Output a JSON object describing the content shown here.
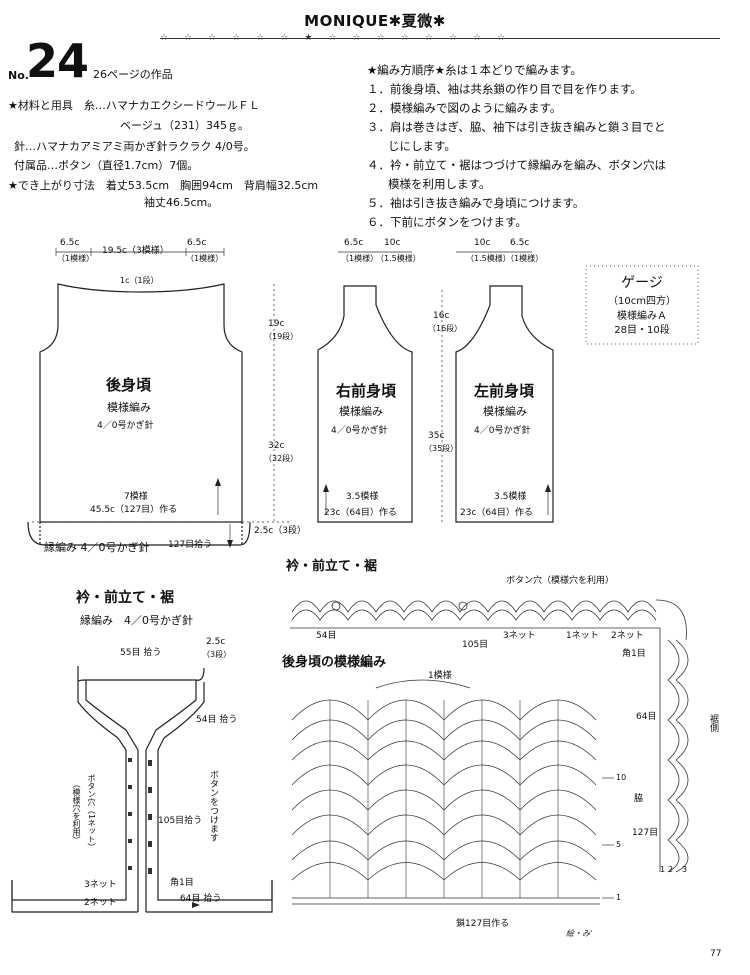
{
  "header": {
    "title": "MONIQUE✱夏微✱",
    "no_label": "No.",
    "number": "24",
    "page_ref": "26ページの作品",
    "page_number": "77"
  },
  "materials": {
    "lines": [
      "★材料と用具　糸…ハマナカエクシードウールＦＬ",
      "ベージュ（231）345ｇ。",
      "針…ハマナカアミアミ両かぎ針ラクラク 4/0号。",
      "付属品…ボタン（直径1.7cm）7個。",
      "★でき上がり寸法　着丈53.5cm　胸囲94cm　背肩幅32.5cm",
      "袖丈46.5cm。"
    ]
  },
  "steps": {
    "title": "★編み方順序★糸は１本どりで編みます。",
    "items": [
      "１．前後身頃、袖は共糸鎖の作り目で目を作ります。",
      "２．模様編みで図のように編みます。",
      "３．肩は巻きはぎ、脇、袖下は引き抜き編みと鎖３目でと",
      "じにします。",
      "４．衿・前立て・裾はつづけて縁編みを編み、ボタン穴は",
      "模様を利用します。",
      "５．袖は引き抜き編みで身頃につけます。",
      "６．下前にボタンをつけます。"
    ]
  },
  "gauge": {
    "title": "ゲージ",
    "size": "（10cm四方）",
    "pattern": "模様編みＡ",
    "count": "28目・10段"
  },
  "back": {
    "top_dims": [
      "6.5c",
      "19.5c（3模様）",
      "6.5c"
    ],
    "top_rows": [
      "（1模様）",
      "（1模様）"
    ],
    "neck": "1c（1段）",
    "height1": "19c",
    "height1_rows": "（19段）",
    "height2": "32c",
    "height2_rows": "（32段）",
    "name": "後身頃",
    "stitch": "模様編み",
    "hook": "4／0号かぎ針",
    "pattern_count": "7模様",
    "width": "45.5c（127目）作る",
    "edge_h": "2.5c（3段）",
    "edge_label": "縁編み 4／0号かぎ針",
    "edge_pick": "127目拾う"
  },
  "right_front": {
    "top_dims": [
      "6.5c",
      "10c"
    ],
    "top_rows": [
      "（1模様）",
      "（1.5模様）"
    ],
    "name": "右前身頃",
    "stitch": "模様編み",
    "hook": "4／0号かぎ針",
    "pattern_count": "3.5模様",
    "width": "23c（64目）作る",
    "height1": "16c",
    "height1_rows": "（16段）",
    "height2": "35c",
    "height2_rows": "（35段）"
  },
  "left_front": {
    "top_dims": [
      "10c",
      "6.5c"
    ],
    "top_rows": [
      "（1.5模様）",
      "（1模様）"
    ],
    "name": "左前身頃",
    "stitch": "模様編み",
    "hook": "4／0号かぎ針",
    "pattern_count": "3.5模様",
    "width": "23c（64目）作る"
  },
  "collar": {
    "title": "衿・前立て・裾",
    "subtitle": "縁編み　4／0号かぎ針",
    "neck_pick": "55目 拾う",
    "dim": "2.5c",
    "dim_rows": "（3段）",
    "side_pick": "54目 拾う",
    "front_pick": "105目拾う",
    "buttonhole": "ボタン穴（1ネット）",
    "buttonhole2": "（模様穴を利用）",
    "button_note": "ボタンをつけます",
    "net3": "3ネット",
    "net2": "2ネット",
    "corner": "角1目",
    "hem_pick": "64目 拾う"
  },
  "chart_edge": {
    "title": "衿・前立て・裾",
    "buttonhole": "ボタン穴（模様穴を利用）",
    "c54": "54目",
    "c105": "105目",
    "net3": "3ネット",
    "net1": "1ネット",
    "net2": "2ネット",
    "corner": "角1目",
    "c64": "64目",
    "hem": "裾側",
    "side": "脇",
    "c127": "127目",
    "cols": [
      "1",
      "2",
      "3"
    ]
  },
  "chart_back": {
    "title": "後身頃の模様編み",
    "repeat": "1模様",
    "row10": "10",
    "row5": "5",
    "row1": "1",
    "chain": "鎖127目作る",
    "signature": "絵・み'"
  }
}
